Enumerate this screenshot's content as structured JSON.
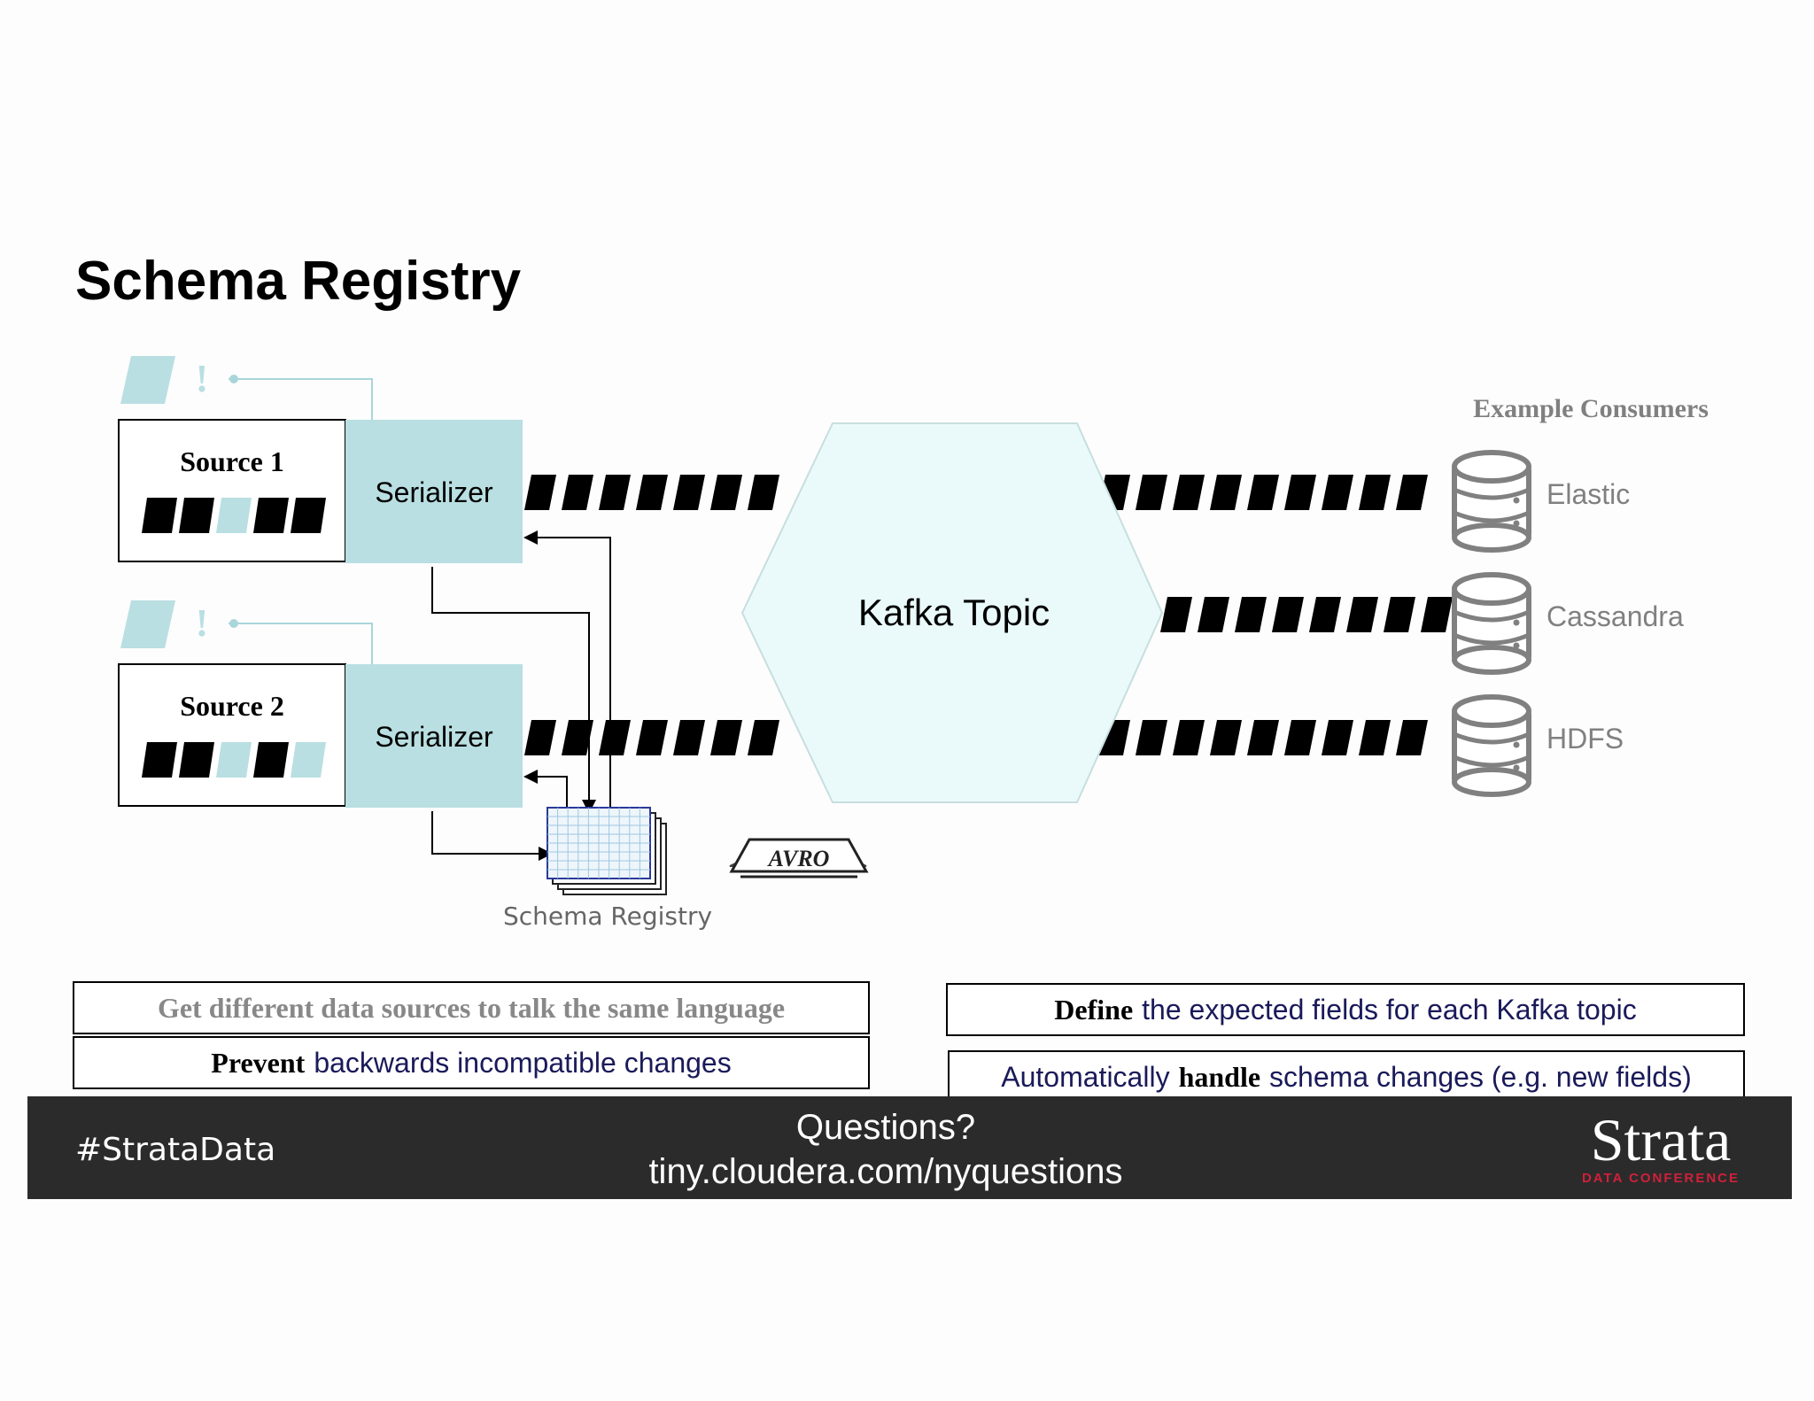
{
  "slide": {
    "title": "Schema Registry"
  },
  "diagram": {
    "sources": [
      {
        "label": "Source 1",
        "pattern": [
          "black",
          "black",
          "light",
          "black",
          "black"
        ]
      },
      {
        "label": "Source 2",
        "pattern": [
          "black",
          "black",
          "light",
          "black",
          "light"
        ]
      }
    ],
    "serializer_label": "Serializer",
    "topic_label": "Kafka Topic",
    "registry_label": "Schema Registry",
    "avro_logo_text": "AVRO",
    "warning_mark": "!",
    "consumers_title": "Example Consumers",
    "consumers": [
      "Elastic",
      "Cassandra",
      "HDFS"
    ]
  },
  "captions": {
    "left_top": "Get different data sources to talk the same language",
    "left_bottom_bold": "Prevent",
    "left_bottom_rest": "backwards incompatible changes",
    "right_top_bold": "Define",
    "right_top_rest": "the expected fields for each Kafka topic",
    "right_bottom_pre": "Automatically",
    "right_bottom_bold": "handle",
    "right_bottom_rest": "schema changes (e.g. new fields)"
  },
  "footer": {
    "hashtag": "#StrataData",
    "question_line1": "Questions?",
    "question_line2": "tiny.cloudera.com/nyquestions",
    "brand_name": "Strata",
    "brand_sub": "DATA CONFERENCE"
  },
  "colors": {
    "light_teal": "#b9dfe2",
    "hexagon_fill": "#eafafa",
    "footer_bg": "#2b2b2b",
    "brand_red": "#d0203a",
    "consumer_gray": "#808080"
  }
}
